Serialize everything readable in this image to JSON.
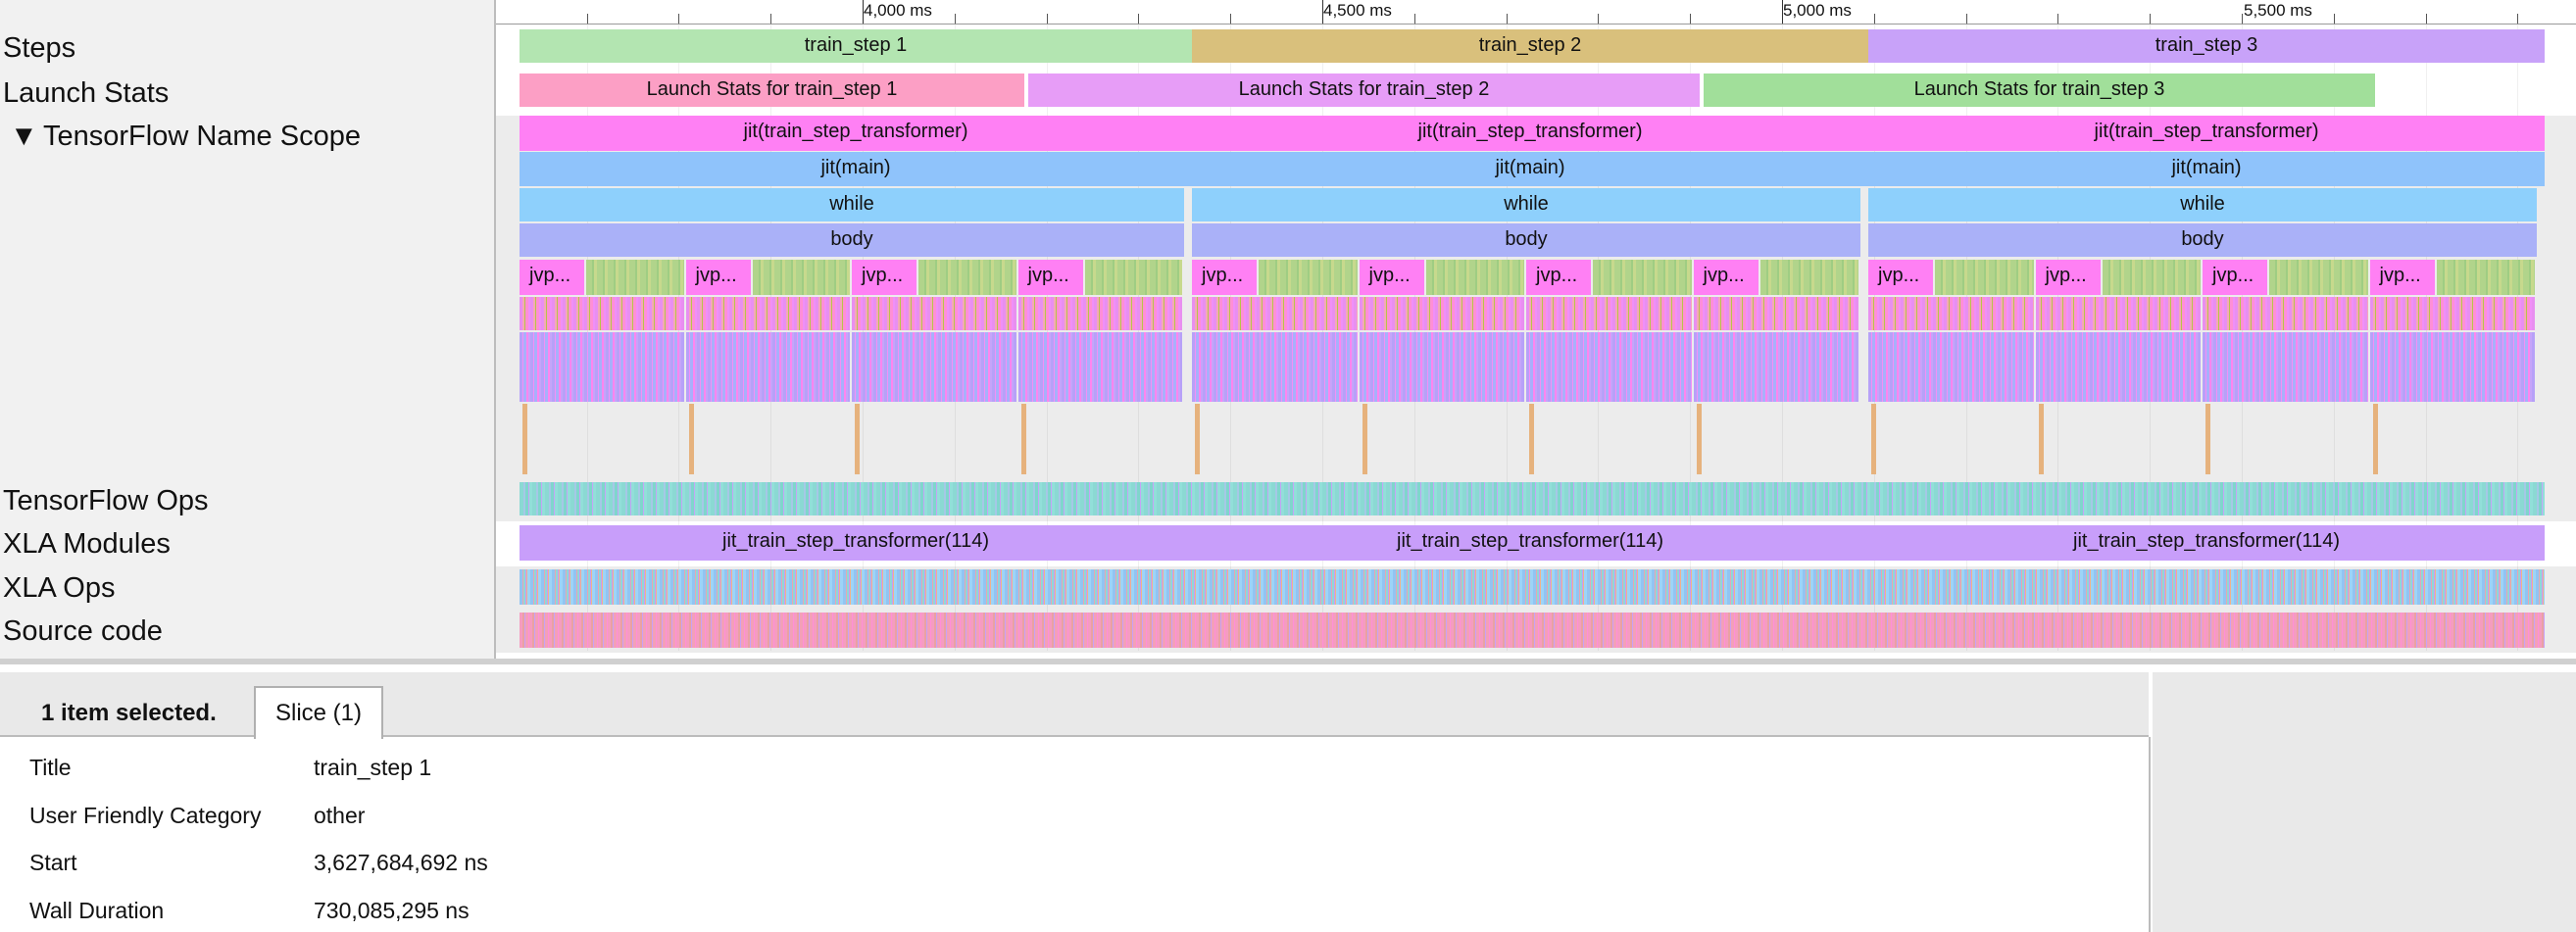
{
  "tracks": {
    "steps": "Steps",
    "launch_stats": "Launch Stats",
    "name_scope": "TensorFlow Name Scope",
    "name_scope_toggle": "▼",
    "tf_ops": "TensorFlow Ops",
    "xla_modules": "XLA Modules",
    "xla_ops": "XLA Ops",
    "source_code": "Source code"
  },
  "ruler": {
    "labels": [
      "4,000 ms",
      "4,500 ms",
      "5,000 ms",
      "5,500 ms"
    ]
  },
  "steps": [
    {
      "label": "train_step 1",
      "color": "#b3e5b1"
    },
    {
      "label": "train_step 2",
      "color": "#d9c07c"
    },
    {
      "label": "train_step 3",
      "color": "#c8a2f9"
    }
  ],
  "launch_stats": [
    {
      "label": "Launch Stats for train_step 1",
      "color": "#fc9fc5"
    },
    {
      "label": "Launch Stats for train_step 2",
      "color": "#e79df7"
    },
    {
      "label": "Launch Stats for train_step 3",
      "color": "#a1df9a"
    }
  ],
  "name_scope_rows": {
    "transformer": "jit(train_step_transformer)",
    "main": "jit(main)",
    "while": "while",
    "body": "body",
    "jvp": "jvp..."
  },
  "xla_module_label": "jit_train_step_transformer(114)",
  "colors": {
    "magenta": "#ff80f4",
    "blue": "#8fc3fb",
    "lightblue": "#8ed0fc",
    "periwinkle": "#aab1f8",
    "green": "#b1d48b",
    "teal": "#8cd9d3",
    "xla_purple": "#c89efa",
    "orange": "#e6b27d"
  },
  "details": {
    "selected": "1 item selected.",
    "tab": "Slice (1)",
    "rows": [
      {
        "key": "Title",
        "value": "train_step 1"
      },
      {
        "key": "User Friendly Category",
        "value": "other"
      },
      {
        "key": "Start",
        "value": "3,627,684,692 ns"
      },
      {
        "key": "Wall Duration",
        "value": "730,085,295 ns"
      }
    ]
  }
}
